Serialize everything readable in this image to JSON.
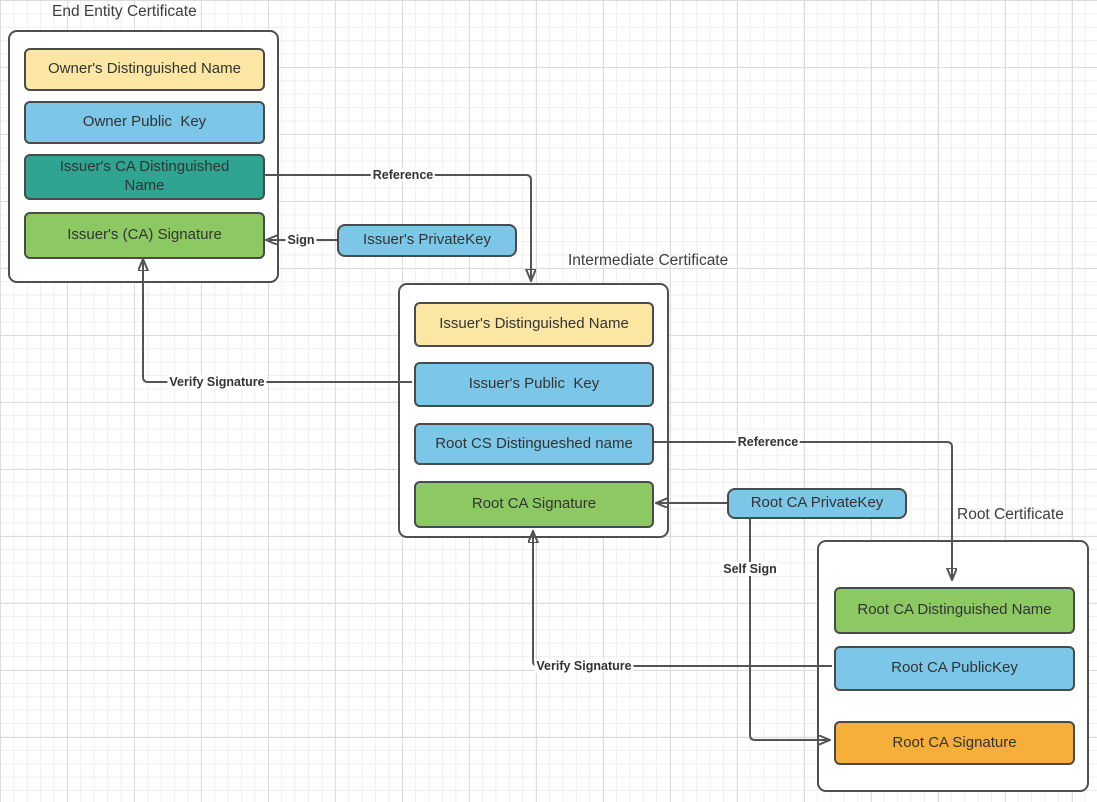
{
  "diagram": {
    "palette": {
      "yellow": "#FBE7A3",
      "blue": "#7CC7E8",
      "teal": "#2FA591",
      "green": "#8DC963",
      "orange": "#F6AF3B",
      "line": "#545454",
      "text": "#333333"
    },
    "groups": [
      {
        "title": "End Entity Certificate",
        "items": [
          {
            "label": "Owner's Distinguished Name",
            "fill": "yellow"
          },
          {
            "label": "Owner Public  Key",
            "fill": "blue"
          },
          {
            "label": "Issuer's CA Distinguished\nName",
            "fill": "teal"
          },
          {
            "label": "Issuer's (CA) Signature",
            "fill": "green"
          }
        ]
      },
      {
        "title": "Intermediate Certificate",
        "items": [
          {
            "label": "Issuer's Distinguished Name",
            "fill": "yellow"
          },
          {
            "label": "Issuer's Public  Key",
            "fill": "blue"
          },
          {
            "label": "Root CS Distingueshed name",
            "fill": "blue"
          },
          {
            "label": "Root CA Signature",
            "fill": "green"
          }
        ]
      },
      {
        "title": "Root Certificate",
        "items": [
          {
            "label": "Root CA Distinguished Name",
            "fill": "green"
          },
          {
            "label": "Root CA PublicKey",
            "fill": "blue"
          },
          {
            "label": "Root CA Signature",
            "fill": "orange"
          }
        ]
      }
    ],
    "keys": [
      {
        "label": "Issuer's PrivateKey",
        "fill": "blue"
      },
      {
        "label": "Root CA PrivateKey",
        "fill": "blue"
      }
    ],
    "connectors": [
      {
        "label": "Reference"
      },
      {
        "label": "Sign"
      },
      {
        "label": "Verify Signature"
      },
      {
        "label": "Reference"
      },
      {
        "label": "Self Sign"
      },
      {
        "label": "Verify Signature"
      }
    ]
  }
}
